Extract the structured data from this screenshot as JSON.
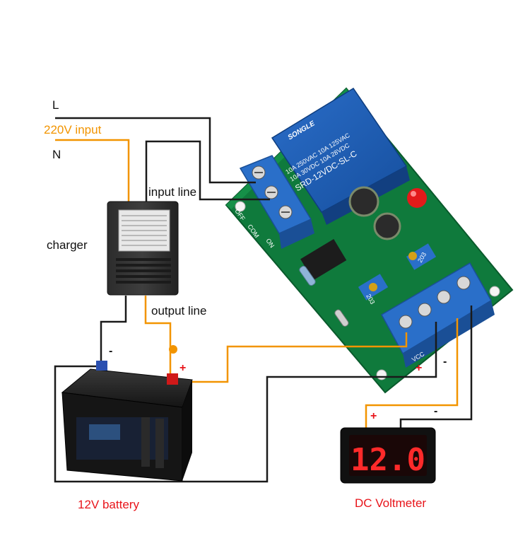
{
  "labels": {
    "line_l": "L",
    "line_n": "N",
    "input_220v": "220V input",
    "input_line": "input line",
    "charger": "charger",
    "output_line": "output line",
    "battery": "12V battery",
    "voltmeter": "DC Voltmeter",
    "battery_minus": "-",
    "battery_plus": "+",
    "module_plus": "+",
    "module_minus": "-",
    "meter_plus": "+",
    "meter_minus": "-"
  },
  "relay": {
    "brand": "SONGLE",
    "line1": "10A 250VAC  10A 125VAC",
    "line2": "10A 30VDC  10A 28VDC",
    "model": "SRD-12VDC-SL-C"
  },
  "terminals": {
    "off": "OFF",
    "com": "COM",
    "on": "ON",
    "vcc": "VCC"
  },
  "pot_labels": {
    "left": "203",
    "right": "203"
  },
  "meter": {
    "reading": "12.0"
  },
  "colors": {
    "wire_black": "#1a1a1a",
    "wire_orange": "#f29400",
    "pcb_green": "#0f7a3c",
    "terminal_blue": "#2a6fc9",
    "relay_blue": "#1f5fb8",
    "label_red": "#e8141a",
    "display_red": "#ff2a2a"
  },
  "icons": [
    "transformer-charger-icon",
    "car-battery-icon",
    "relay-module-icon",
    "voltmeter-icon"
  ]
}
